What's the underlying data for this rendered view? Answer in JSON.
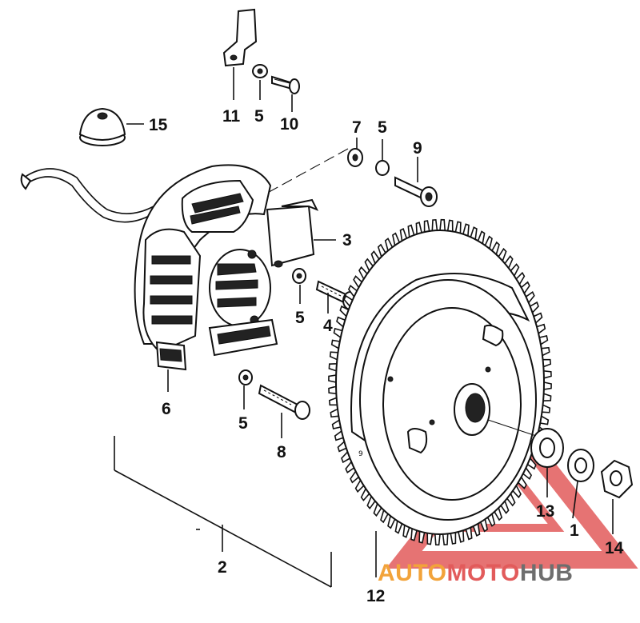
{
  "callouts": {
    "c1": "1",
    "c2": "2",
    "c3": "3",
    "c4": "4",
    "c5a": "5",
    "c5b": "5",
    "c5c": "5",
    "c5d": "5",
    "c6": "6",
    "c7": "7",
    "c8": "8",
    "c9": "9",
    "c10": "10",
    "c11": "11",
    "c12": "12",
    "c13": "13",
    "c14": "14",
    "c15": "15"
  },
  "watermark": {
    "auto": "AUTO",
    "moto": "MOTO",
    "hub": "HUB"
  },
  "colors": {
    "ink": "#111111",
    "watermark_red": "#e25b5b",
    "watermark_orange": "#f2a33a",
    "watermark_gray": "#6e6e6e"
  }
}
